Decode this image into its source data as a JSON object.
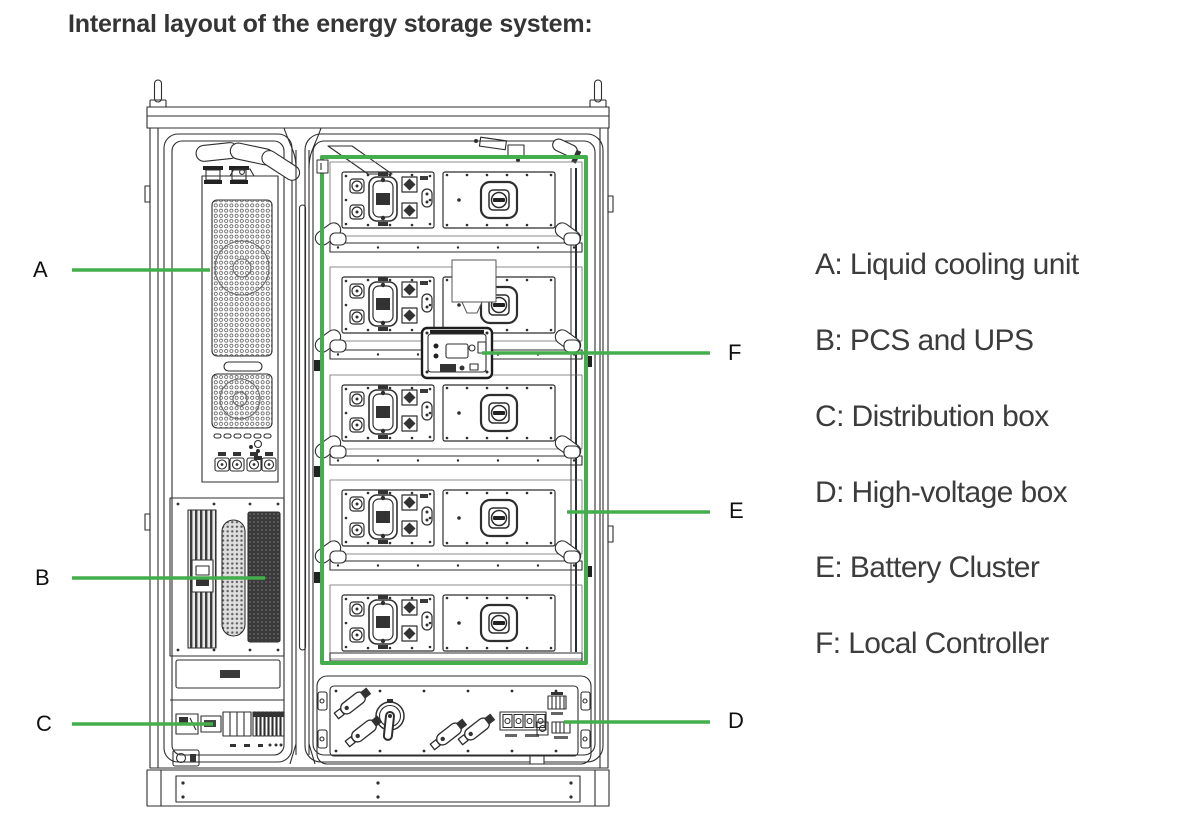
{
  "title": "Internal layout of the energy storage system:",
  "callouts": {
    "A": {
      "letter": "A"
    },
    "B": {
      "letter": "B"
    },
    "C": {
      "letter": "C"
    },
    "D": {
      "letter": "D"
    },
    "E": {
      "letter": "E"
    },
    "F": {
      "letter": "F"
    }
  },
  "legend": [
    {
      "letter": "A",
      "text": "A: Liquid cooling unit"
    },
    {
      "letter": "B",
      "text": "B: PCS and UPS"
    },
    {
      "letter": "C",
      "text": "C: Distribution box"
    },
    {
      "letter": "D",
      "text": "D: High-voltage box"
    },
    {
      "letter": "E",
      "text": "E: Battery Cluster"
    },
    {
      "letter": "F",
      "text": "F: Local Controller"
    }
  ],
  "colors": {
    "callout_green": "#44ad4c",
    "line_ink": "#2e2e2e",
    "text": "#3c3c3c"
  }
}
